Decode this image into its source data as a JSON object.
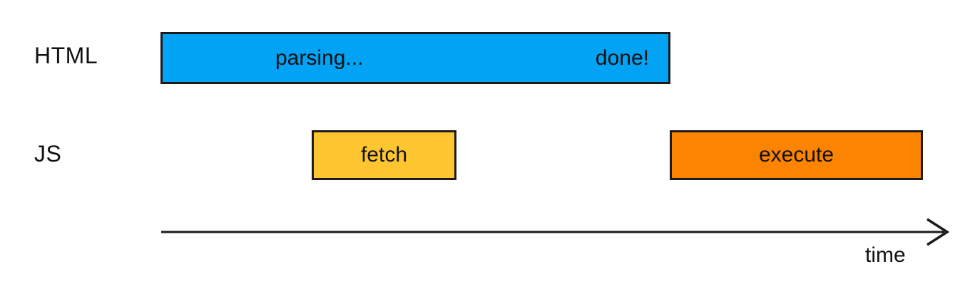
{
  "diagram": {
    "type": "script-loading-timeline",
    "rows": {
      "html": {
        "label": "HTML",
        "bar": {
          "name": "parsing",
          "progress_text": "parsing...",
          "end_text": "done!",
          "color": "#02a2f4"
        }
      },
      "js": {
        "label": "JS",
        "bars": [
          {
            "name": "fetch",
            "label": "fetch",
            "color": "#fdc630"
          },
          {
            "name": "execute",
            "label": "execute",
            "color": "#fc8400"
          }
        ]
      }
    },
    "axis": {
      "label": "time",
      "direction": "right"
    },
    "colors": {
      "background": "#ffffff",
      "bar_border": "#1c1c1c",
      "text": "#111111",
      "axis_stroke": "#1a1a1a"
    }
  }
}
